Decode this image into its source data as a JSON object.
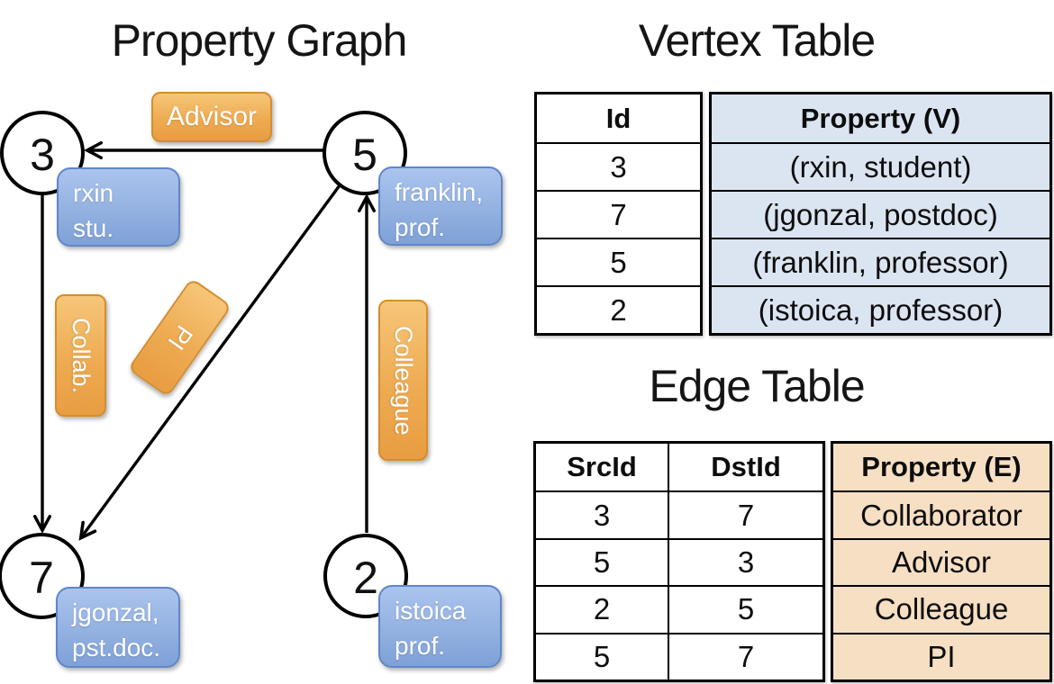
{
  "graph": {
    "title": "Property Graph",
    "nodes": [
      {
        "id": "3",
        "line1": "rxin",
        "line2": "stu."
      },
      {
        "id": "5",
        "line1": "franklin,",
        "line2": "prof."
      },
      {
        "id": "7",
        "line1": "jgonzal,",
        "line2": "pst.doc."
      },
      {
        "id": "2",
        "line1": "istoica",
        "line2": "prof."
      }
    ],
    "edges": [
      {
        "src": "5",
        "dst": "3",
        "label": "Advisor"
      },
      {
        "src": "3",
        "dst": "7",
        "label": "Collab."
      },
      {
        "src": "5",
        "dst": "7",
        "label": "PI"
      },
      {
        "src": "2",
        "dst": "5",
        "label": "Colleague"
      }
    ]
  },
  "vertex_table": {
    "title": "Vertex Table",
    "headers": {
      "id": "Id",
      "property": "Property (V)"
    },
    "rows": [
      {
        "id": "3",
        "property": "(rxin, student)"
      },
      {
        "id": "7",
        "property": "(jgonzal, postdoc)"
      },
      {
        "id": "5",
        "property": "(franklin, professor)"
      },
      {
        "id": "2",
        "property": "(istoica, professor)"
      }
    ]
  },
  "edge_table": {
    "title": "Edge Table",
    "headers": {
      "src": "SrcId",
      "dst": "DstId",
      "property": "Property (E)"
    },
    "rows": [
      {
        "src": "3",
        "dst": "7",
        "property": "Collaborator"
      },
      {
        "src": "5",
        "dst": "3",
        "property": "Advisor"
      },
      {
        "src": "2",
        "dst": "5",
        "property": "Colleague"
      },
      {
        "src": "5",
        "dst": "7",
        "property": "PI"
      }
    ]
  },
  "colors": {
    "edge_label_orange": "#eeab52",
    "vertex_box_blue": "#93b1e1",
    "vertex_table_fill": "#dbe5f1",
    "edge_table_fill": "#f6dfc3",
    "line_black": "#000000"
  }
}
